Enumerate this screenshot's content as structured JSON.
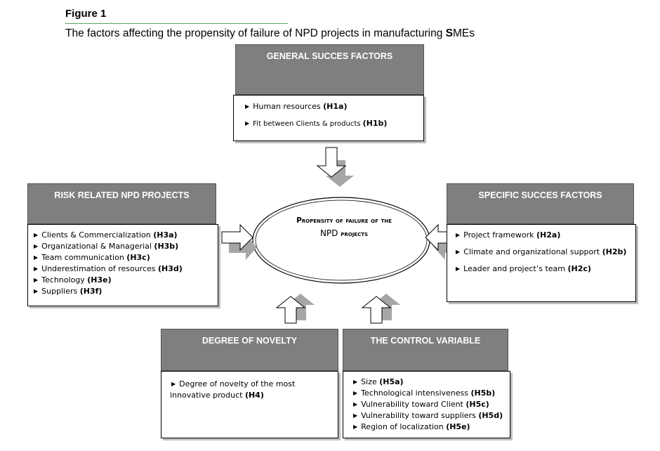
{
  "figure": {
    "label": "Figure 1",
    "caption_start": "The factors affecting the propensity of failure of NPD projects in manufacturing ",
    "caption_bold": "S",
    "caption_end": "MEs"
  },
  "center": {
    "line1": "Propensity of failure of the",
    "line2_plain": "NPD ",
    "line2_bold": "projects"
  },
  "general": {
    "title": "GENERAL SUCCES FACTORS",
    "items": [
      {
        "text": "Human resources ",
        "code": "(H1a)"
      },
      {
        "text": "Fit between Clients & products ",
        "code": "(H1b)"
      }
    ]
  },
  "risk": {
    "title": "RISK RELATED NPD PROJECTS",
    "items": [
      {
        "text": "Clients & Commercialization ",
        "code": "(H3a)"
      },
      {
        "text": "Organizational & Managerial ",
        "code": "(H3b)"
      },
      {
        "text": "Team communication ",
        "code": "(H3c)"
      },
      {
        "text": "Underestimation of resources ",
        "code": "(H3d)"
      },
      {
        "text": "Technology ",
        "code": "(H3e)"
      },
      {
        "text": "Suppliers ",
        "code": "(H3f)"
      }
    ]
  },
  "specific": {
    "title": "SPECIFIC SUCCES FACTORS",
    "items": [
      {
        "text": "Project framework ",
        "code": "(H2a)"
      },
      {
        "text": "Climate and organizational support ",
        "code": "(H2b)"
      },
      {
        "text": "Leader and project’s team ",
        "code": "(H2c)"
      }
    ]
  },
  "novelty": {
    "title": "DEGREE OF NOVELTY",
    "item_line1": "Degree of novelty of the most",
    "item_line2": "innovative product ",
    "item_code": "(H4)"
  },
  "control": {
    "title": "THE CONTROL VARIABLE",
    "items": [
      {
        "text": "Size ",
        "code": "(H5a)"
      },
      {
        "text": "Technological intensiveness ",
        "code": "(H5b)"
      },
      {
        "text": "Vulnerability toward Client ",
        "code": "(H5c)"
      },
      {
        "text": "Vulnerability toward suppliers ",
        "code": "(H5d)"
      },
      {
        "text": "Region of localization ",
        "code": "(H5e)"
      }
    ]
  },
  "colors": {
    "header_fill": "#7f7f7f",
    "arrow_shadow": "#a6a6a6",
    "rule": "#5aa36a"
  }
}
